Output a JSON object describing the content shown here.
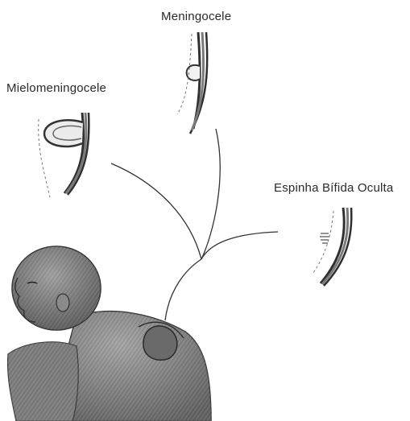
{
  "labels": {
    "meningocele": "Meningocele",
    "mielomeningocele": "Mielomeningocele",
    "espinha_bifida_oculta": "Espinha Bífida Oculta"
  },
  "colors": {
    "ink": "#2a2a2a",
    "skin_dark": "#5f5f5f",
    "skin_mid": "#8a8a8a",
    "skin_light": "#bdbdbd",
    "background": "#ffffff"
  },
  "icons": {
    "baby": "baby-illustration",
    "lesion": "sac-lesion-icon"
  }
}
